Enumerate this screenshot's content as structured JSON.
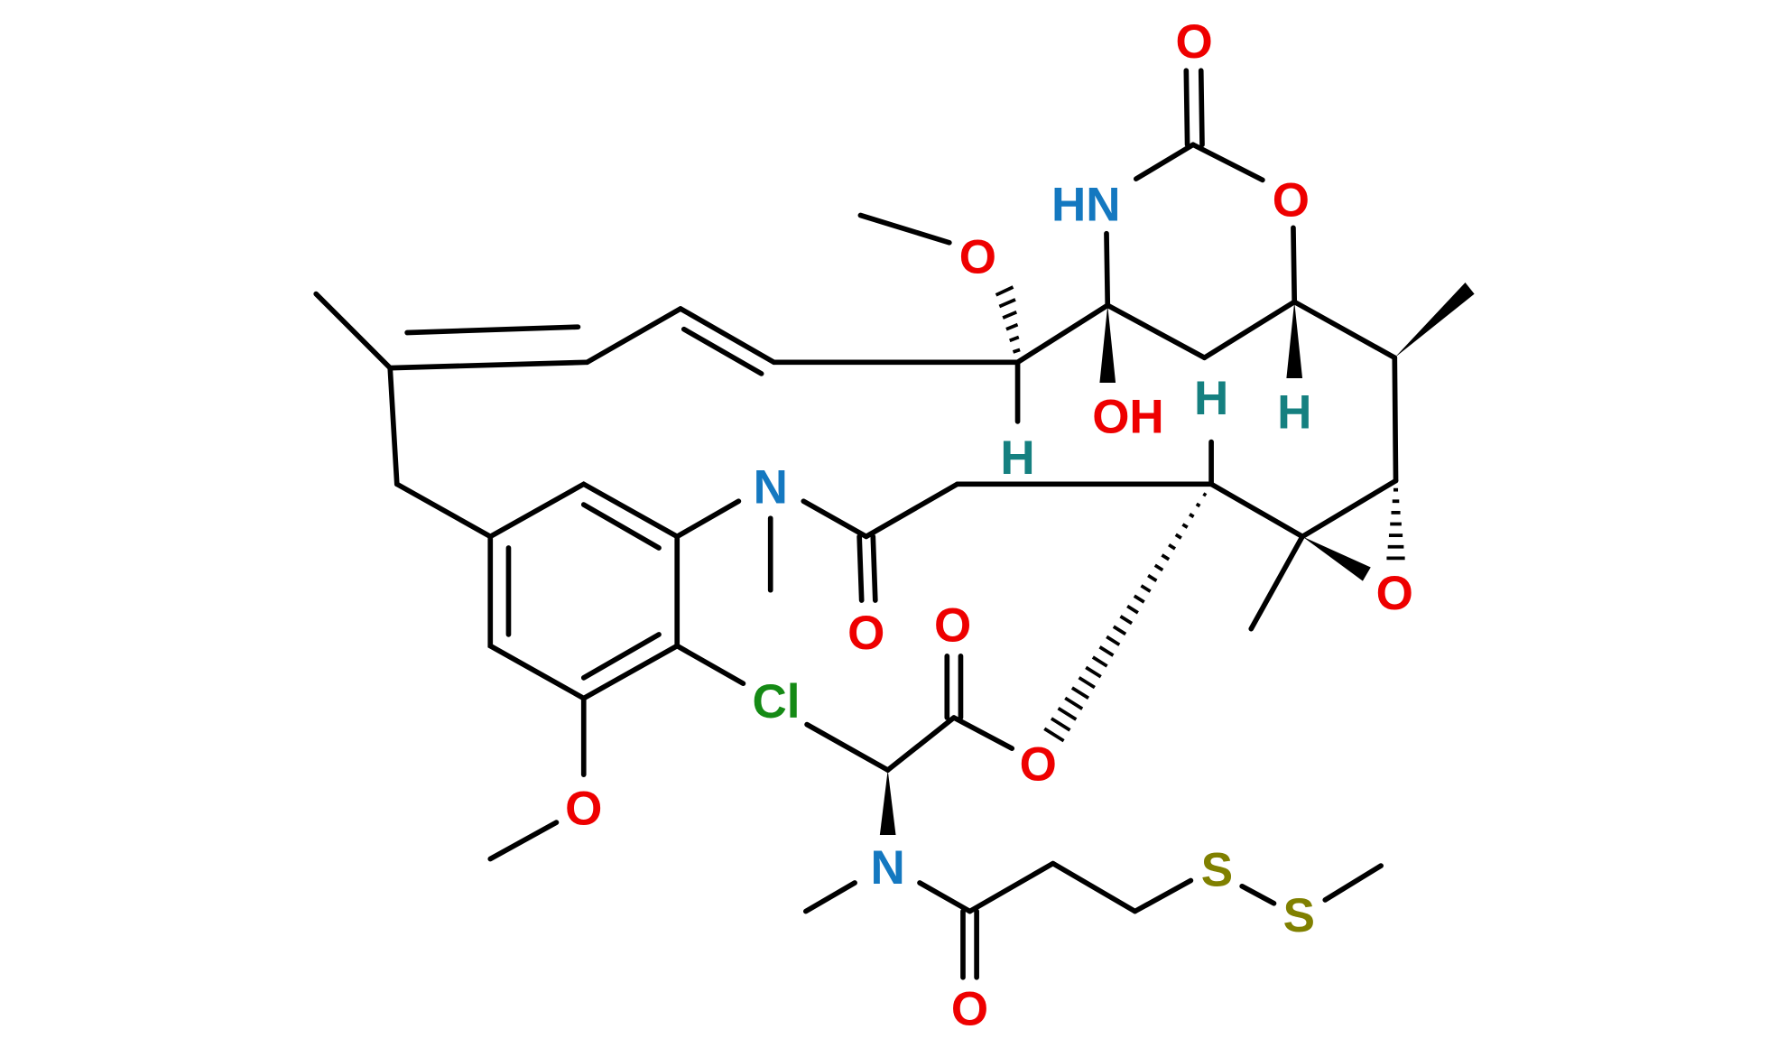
{
  "diagram": {
    "type": "chemical-structure",
    "colors": {
      "O": "#ee0000",
      "N": "#1478c0",
      "H": "#158080",
      "Cl": "#158a15",
      "S": "#808000",
      "bond": "#000000"
    },
    "atoms": {
      "o_carbonyl_top": "O",
      "hn": "HN",
      "o_ring": "O",
      "o_methoxy_top": "O",
      "oh": "OH",
      "h_left": "H",
      "h_mid": "H",
      "h_right": "H",
      "n_amide": "N",
      "o_amide": "O",
      "o_epoxide": "O",
      "o_ester_carbonyl": "O",
      "cl": "Cl",
      "o_ester": "O",
      "o_methoxy_aryl": "O",
      "n_methyl": "N",
      "o_bottom": "O",
      "s1": "S",
      "s2": "S"
    }
  }
}
